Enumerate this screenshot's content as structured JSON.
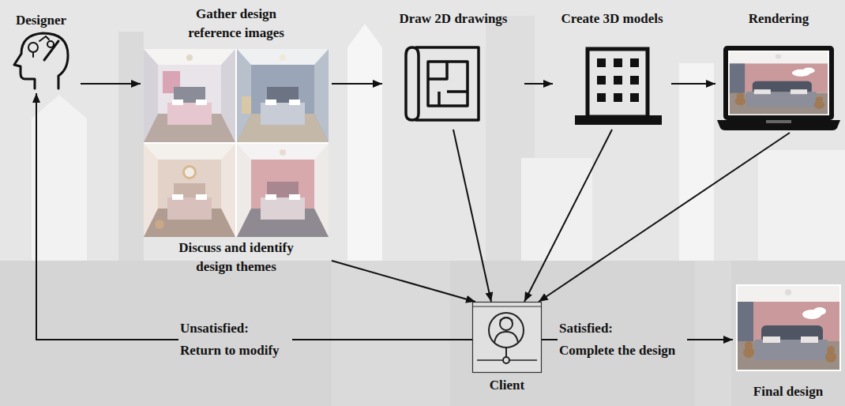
{
  "diagram": {
    "nodes": [
      {
        "text": [
          "Designer"
        ]
      },
      {
        "text": [
          "Gather design reference images",
          "Discuss and identify design themes"
        ]
      },
      {
        "text": [
          "Draw 2D drawings"
        ]
      },
      {
        "text": [
          "Create 3D models"
        ]
      },
      {
        "text": [
          "Rendering"
        ]
      },
      {
        "text": [
          "Client"
        ]
      },
      {
        "text": [
          "Final design"
        ]
      }
    ],
    "edges": [
      {
        "from": 0,
        "to": 1,
        "arrow": "to"
      },
      {
        "from": 1,
        "to": 2,
        "arrow": "to"
      },
      {
        "from": 2,
        "to": 3,
        "arrow": "to"
      },
      {
        "from": 3,
        "to": 4,
        "arrow": "to"
      },
      {
        "from": 1,
        "to": 5,
        "arrow": "to"
      },
      {
        "from": 2,
        "to": 5,
        "arrow": "to"
      },
      {
        "from": 3,
        "to": 5,
        "arrow": "to"
      },
      {
        "from": 4,
        "to": 5,
        "arrow": "to"
      },
      {
        "from": 5,
        "to": 0,
        "label": "Unsatisfied: Return to modify",
        "arrow": "to"
      },
      {
        "from": 5,
        "to": 6,
        "label": "Satisfied: Complete the design",
        "arrow": "to"
      }
    ]
  }
}
